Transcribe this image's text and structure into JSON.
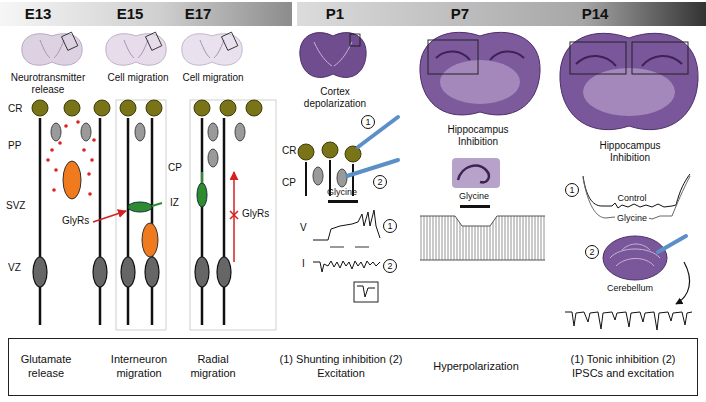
{
  "diagram": {
    "nodes": [
      {
        "text": [
          "E13",
          "E15",
          "E17"
        ]
      },
      {
        "text": [
          "P1",
          "P7",
          "P14"
        ]
      },
      {
        "text": [
          "1"
        ]
      },
      {
        "text": [
          "2"
        ]
      },
      {
        "text": [
          "1"
        ]
      },
      {
        "text": [
          "2"
        ]
      },
      {
        "text": [
          "1"
        ]
      },
      {
        "text": [
          "2"
        ]
      },
      {
        "text": [
          "Glutamate release",
          "Interneuron migration",
          "Radial migration",
          "(1) Shunting inhibition (2) Excitation",
          "Hyperpolarization",
          "(1) Tonic inhibition (2) IPSCs and excitation"
        ]
      }
    ],
    "labels": [
      "Neurotransmitter release",
      "Cell migration",
      "Cell migration",
      "Cortex depolarization",
      "Hippocampus Inhibition",
      "Hippocampus Inhibition",
      "CR",
      "PP",
      "SVZ",
      "VZ",
      "GlyRs",
      "CP",
      "IZ",
      "GlyRs",
      "CR",
      "CP",
      "Glycine",
      "V",
      "I",
      "Glycine",
      "Control",
      "Glycine",
      "Cerebellum"
    ]
  }
}
